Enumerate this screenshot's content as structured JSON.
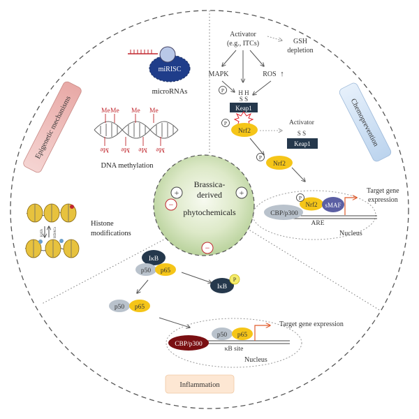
{
  "sections": {
    "epigenetic": "Epigenetic mechanisms",
    "chemoprevention": "Chemoprevention",
    "inflammation": "Inflammation"
  },
  "center": {
    "line1": "Brassica-",
    "line2": "derived",
    "line3": "phytochemicals",
    "plus": "+",
    "minus": "−"
  },
  "epigenetic": {
    "mirisc": "miRISC",
    "micrornas": "microRNAs",
    "me": "Me",
    "dna_methylation": "DNA methylation",
    "histone_line1": "Histone",
    "histone_line2": "modifications",
    "hats": "HATs",
    "hdacs": "HDACs"
  },
  "chemo": {
    "activator_line1": "Activator",
    "activator_line2": "(e.g., ITCs)",
    "gsh_line1": "GSH",
    "gsh_line2": "depletion",
    "mapk": "MAPK",
    "ros": "ROS",
    "up_arrow": "↑",
    "p": "P",
    "hh": "H H",
    "ss": "S S",
    "keap1": "Keap1",
    "nrf2": "Nrf2",
    "activator": "Activator",
    "smaf": "sMAF",
    "cbp": "CBP/p300",
    "are": "ARE",
    "target_line1": "Target gene",
    "target_line2": "expression",
    "nucleus": "Nucleus"
  },
  "inflam": {
    "ikb": "IκB",
    "p50": "p50",
    "p65": "p65",
    "p": "P",
    "cbp": "CBP/p300",
    "kb_site": "κB site",
    "target": "Target gene expression",
    "nucleus": "Nucleus"
  },
  "colors": {
    "navy": "#25384c",
    "yellow": "#f5c518",
    "purple": "#5b5fa3",
    "gray": "#b9c2cc",
    "darkred": "#7a0f12",
    "red": "#c0262d",
    "pink_label": "#f2c5c3",
    "blue_label": "#d3e3f5",
    "orange_label": "#fde7d3",
    "arrow_orange": "#e8782a"
  }
}
